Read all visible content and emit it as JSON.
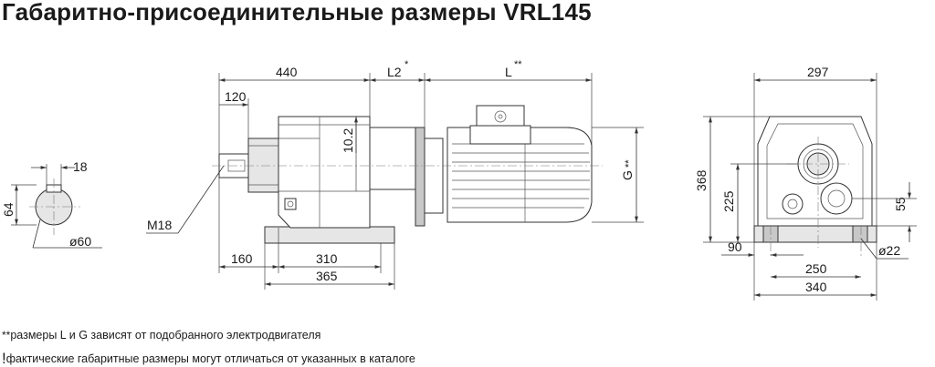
{
  "title": "Габаритно-присоединительные размеры VRL145",
  "dimensions": {
    "shaft_key_width": "18",
    "shaft_height": "64",
    "shaft_diameter": "ø60",
    "thread": "M18",
    "shaft_length": "120",
    "overall_gear_length": "440",
    "l2": "L2",
    "l2_mark": "*",
    "motor_length": "L",
    "motor_length_mark": "**",
    "flange_offset": "10.2",
    "motor_height": "G",
    "motor_height_mark": "**",
    "foot_offset": "160",
    "foot_span": "310",
    "foot_length": "365",
    "end_width": "297",
    "end_height": "368",
    "axis_height": "225",
    "axis_offset": "55",
    "foot_edge": "90",
    "hole_diameter": "ø22",
    "hole_span": "250",
    "base_width": "340"
  },
  "notes": [
    {
      "mark": "**",
      "text": "размеры L и G зависят от подобранного электродвигателя"
    },
    {
      "mark": "!",
      "text": "фактические габаритные размеры могут отличаться от указанных в каталоге"
    }
  ]
}
